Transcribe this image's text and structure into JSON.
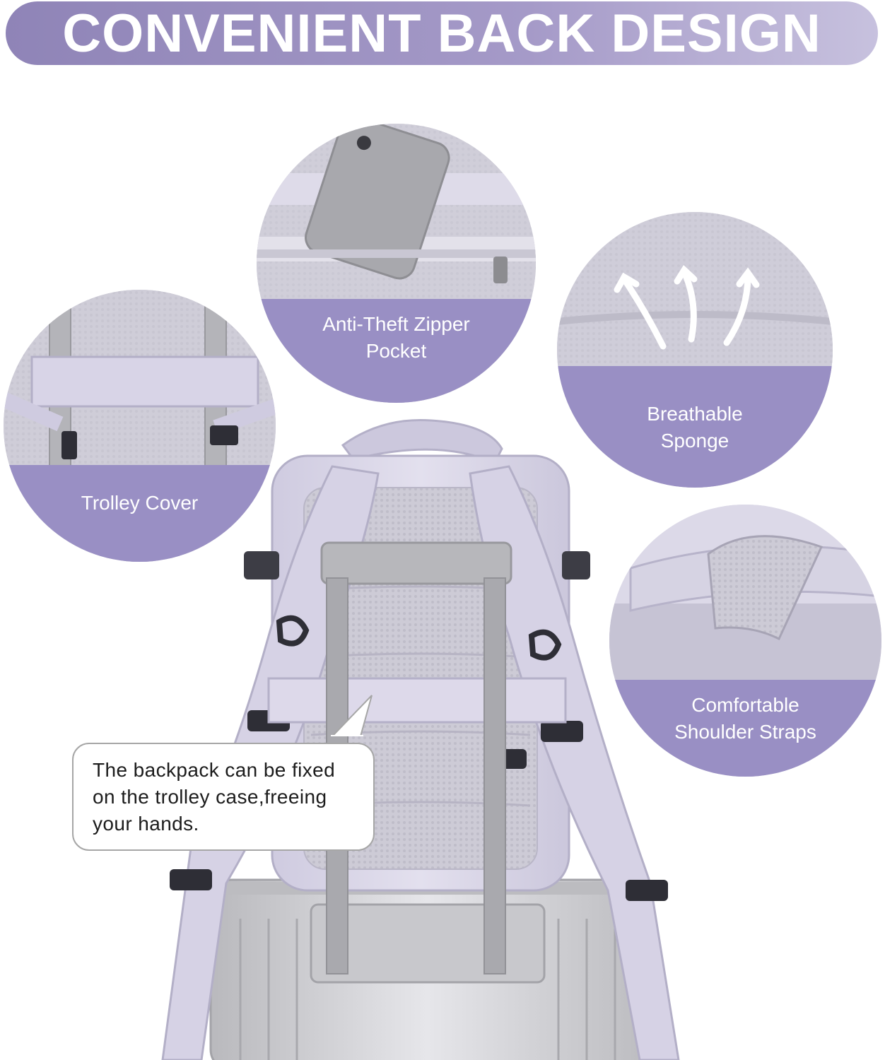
{
  "banner": {
    "title": "CONVENIENT BACK DESIGN"
  },
  "features": {
    "anti_theft": "Anti-Theft Zipper\nPocket",
    "breathable": "Breathable\nSponge",
    "trolley": "Trolley Cover",
    "straps": "Comfortable\nShoulder Straps"
  },
  "callout": {
    "text": "The backpack can be fixed\non the trolley case,freeing\nyour hands."
  },
  "colors": {
    "banner_purple": "#8f84b7",
    "caption_purple": "#9a90c4",
    "fabric_lavender": "#d8d5e6"
  }
}
